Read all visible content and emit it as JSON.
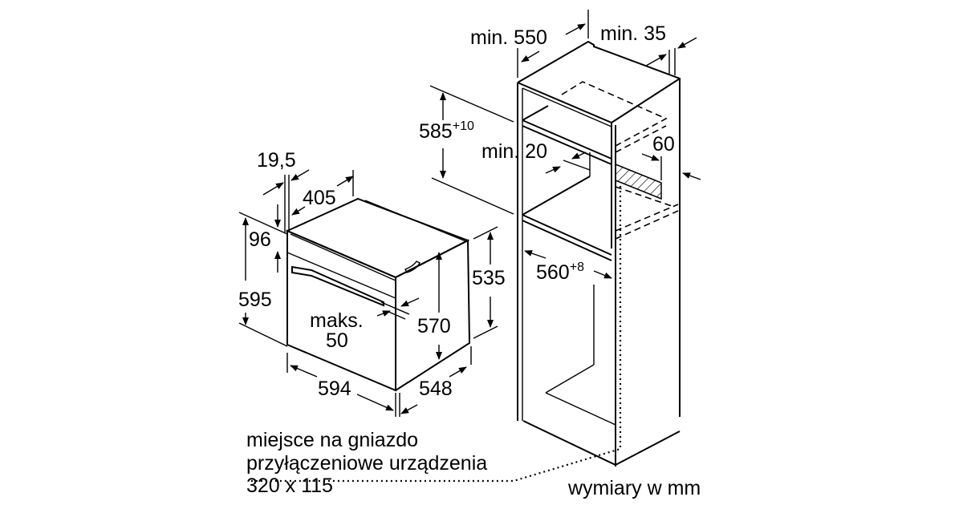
{
  "oven": {
    "depth_top": "405",
    "front_thickness": "19,5",
    "panel_height": "96",
    "height": "595",
    "max_label": "maks.",
    "max_value": "50",
    "width": "594",
    "depth": "548",
    "body_height": "570",
    "side_height": "535"
  },
  "cabinet": {
    "min_depth": "min. 550",
    "min_gap": "min. 35",
    "niche_height": "585",
    "niche_height_tol": "+10",
    "min_vent": "min. 20",
    "vent_depth": "60",
    "niche_width": "560",
    "niche_width_tol": "+8"
  },
  "socket_note": {
    "line1": "miejsce na gniazdo",
    "line2": "przyłączeniowe urządzenia",
    "line3": "320 x 115"
  },
  "units_note": "wymiary w mm"
}
